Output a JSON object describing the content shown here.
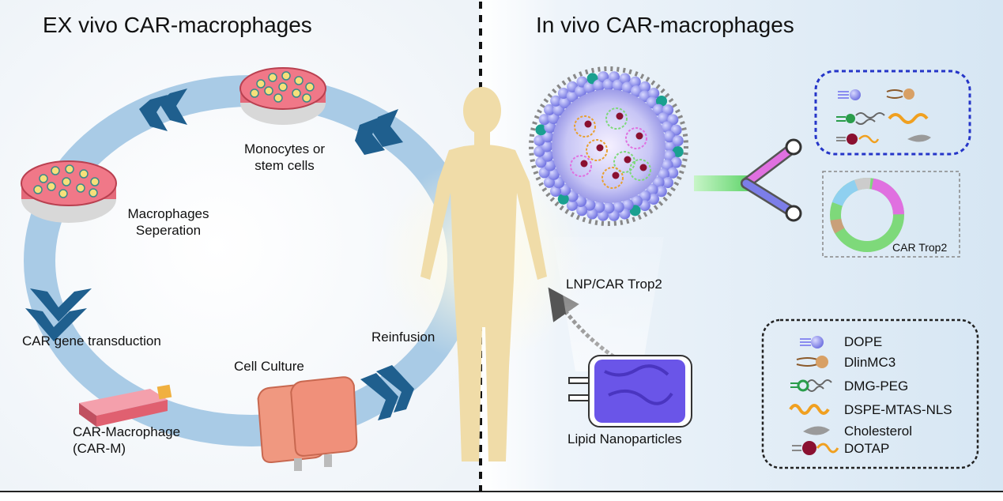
{
  "left_panel": {
    "title": "EX vivo CAR-macrophages",
    "steps": {
      "monocytes": [
        "Monocytes or",
        "stem cells"
      ],
      "separation": [
        "Macrophages",
        "Seperation"
      ],
      "transduction": "CAR gene transduction",
      "car_macrophage": [
        "CAR-Macrophage",
        "(CAR-M)"
      ],
      "cell_culture": "Cell Culture",
      "reinfusion": "Reinfusion"
    }
  },
  "right_panel": {
    "title": "In vivo CAR-macrophages",
    "lnp_label": "LNP/CAR Trop2",
    "bag_label": "Lipid Nanoparticles",
    "ring_label": "CAR Trop2",
    "legend": [
      "DOPE",
      "DlinMC3",
      "DMG-PEG",
      "DSPE-MTAS-NLS",
      "Cholesterol",
      "DOTAP"
    ]
  },
  "colors": {
    "cycle_ring": "#a9cbe6",
    "chevron": "#1f5f8e",
    "body": "#f0dca8",
    "right_bg": "#dbe9f5",
    "dope": "#8a8cf0",
    "dlinmc3": "#d8a065",
    "dmg_peg": "#2a9d4b",
    "dspe": "#f0a020",
    "cholesterol": "#9a9a9a",
    "dotap": "#8a1030",
    "bag": "#6a55e8",
    "iv_bag": "#f0907a"
  }
}
